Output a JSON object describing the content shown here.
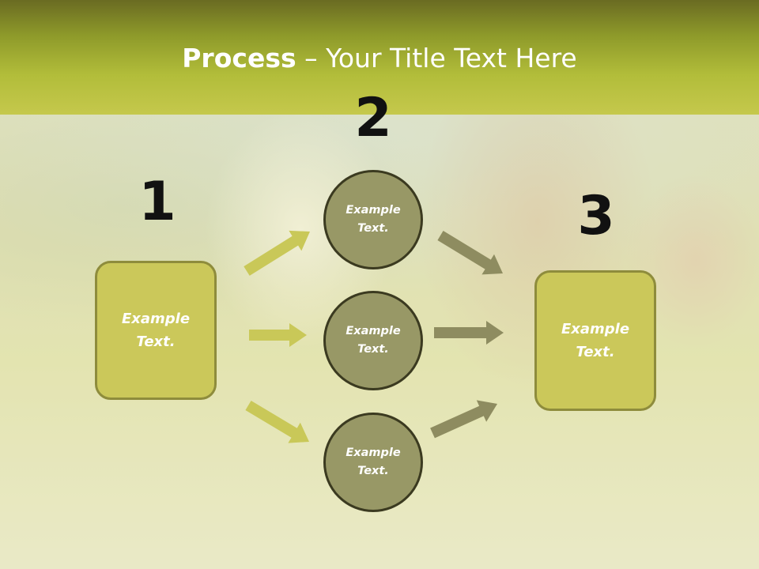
{
  "slide": {
    "title_bold": "Process",
    "title_rest": " – Your Title Text Here",
    "steps": [
      {
        "number": "1",
        "label": "Example\nText."
      },
      {
        "number": "2",
        "items": [
          "Example\nText.",
          "Example\nText.",
          "Example\nText."
        ]
      },
      {
        "number": "3",
        "label": "Example\nText."
      }
    ]
  },
  "colors": {
    "header": "#b2bd3a",
    "box_fill": "#cbc85a",
    "box_border": "#8e8c3c",
    "circle_fill": "#989866",
    "circle_border": "#3b3a20",
    "arrow_left": "#c9c858",
    "arrow_right": "#8e8c60"
  }
}
